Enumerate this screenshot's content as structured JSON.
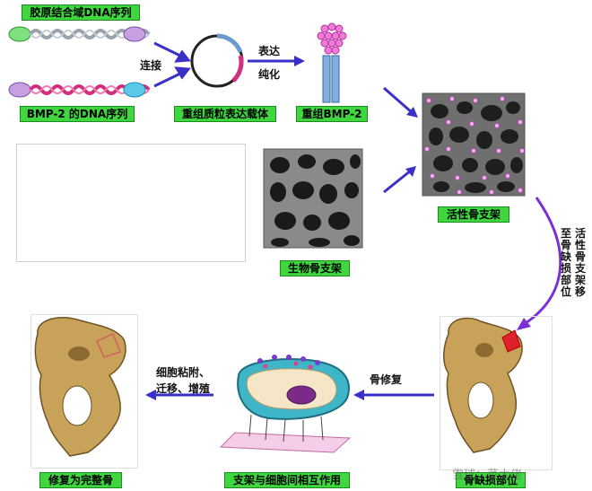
{
  "labels": {
    "binding_domain_dna": "胶原结合域DNA序列",
    "bmp2_dna": "BMP-2 的DNA序列",
    "recombinant_plasmid": "重组质粒表达载体",
    "recombinant_bmp2": "重组BMP-2",
    "active_scaffold": "活性骨支架",
    "bio_scaffold": "生物骨支架",
    "defect_site": "骨缺损部位",
    "scaffold_cell_interaction": "支架与细胞间相互作用",
    "repaired_bone": "修复为完整骨"
  },
  "texts": {
    "ligation": "连接",
    "expression": "表达",
    "purification": "纯化",
    "bone_repair": "骨修复",
    "cell_behaviour_line1": "细胞粘附、",
    "cell_behaviour_line2": "迁移、增殖",
    "transfer_col1": "活性骨支架移",
    "transfer_col2": "至骨缺损部位"
  },
  "watermark": "雪球：菜大佬",
  "colors": {
    "label_green": "#3fd63f",
    "arrow_blue": "#3a2fc6",
    "arrow_purple": "#7b2fd6",
    "bone_tan": "#c9a25a"
  }
}
